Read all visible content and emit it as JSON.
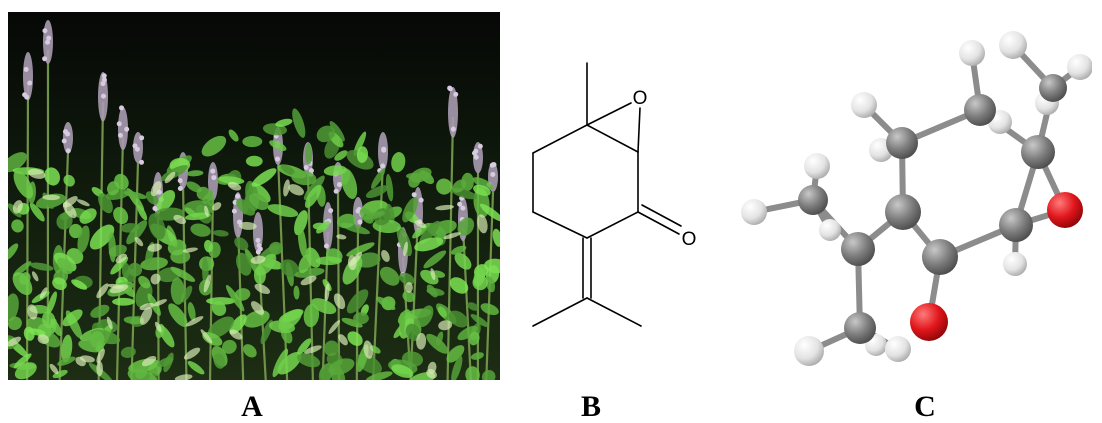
{
  "panels": {
    "a": {
      "label": "A"
    },
    "b": {
      "label": "B",
      "atoms": {
        "epoxide_oxygen": "O",
        "ketone_oxygen": "O"
      }
    },
    "c": {
      "label": "C"
    }
  },
  "colors": {
    "carbon": "#7a7a7a",
    "hydrogen": "#e6e6e6",
    "oxygen": "#e0161b",
    "bond": "#8c8c8c",
    "line": "#000000",
    "foliage_dark": "#0d140b",
    "foliage_light": "#9cc26a",
    "flower": "#a89bb0"
  }
}
